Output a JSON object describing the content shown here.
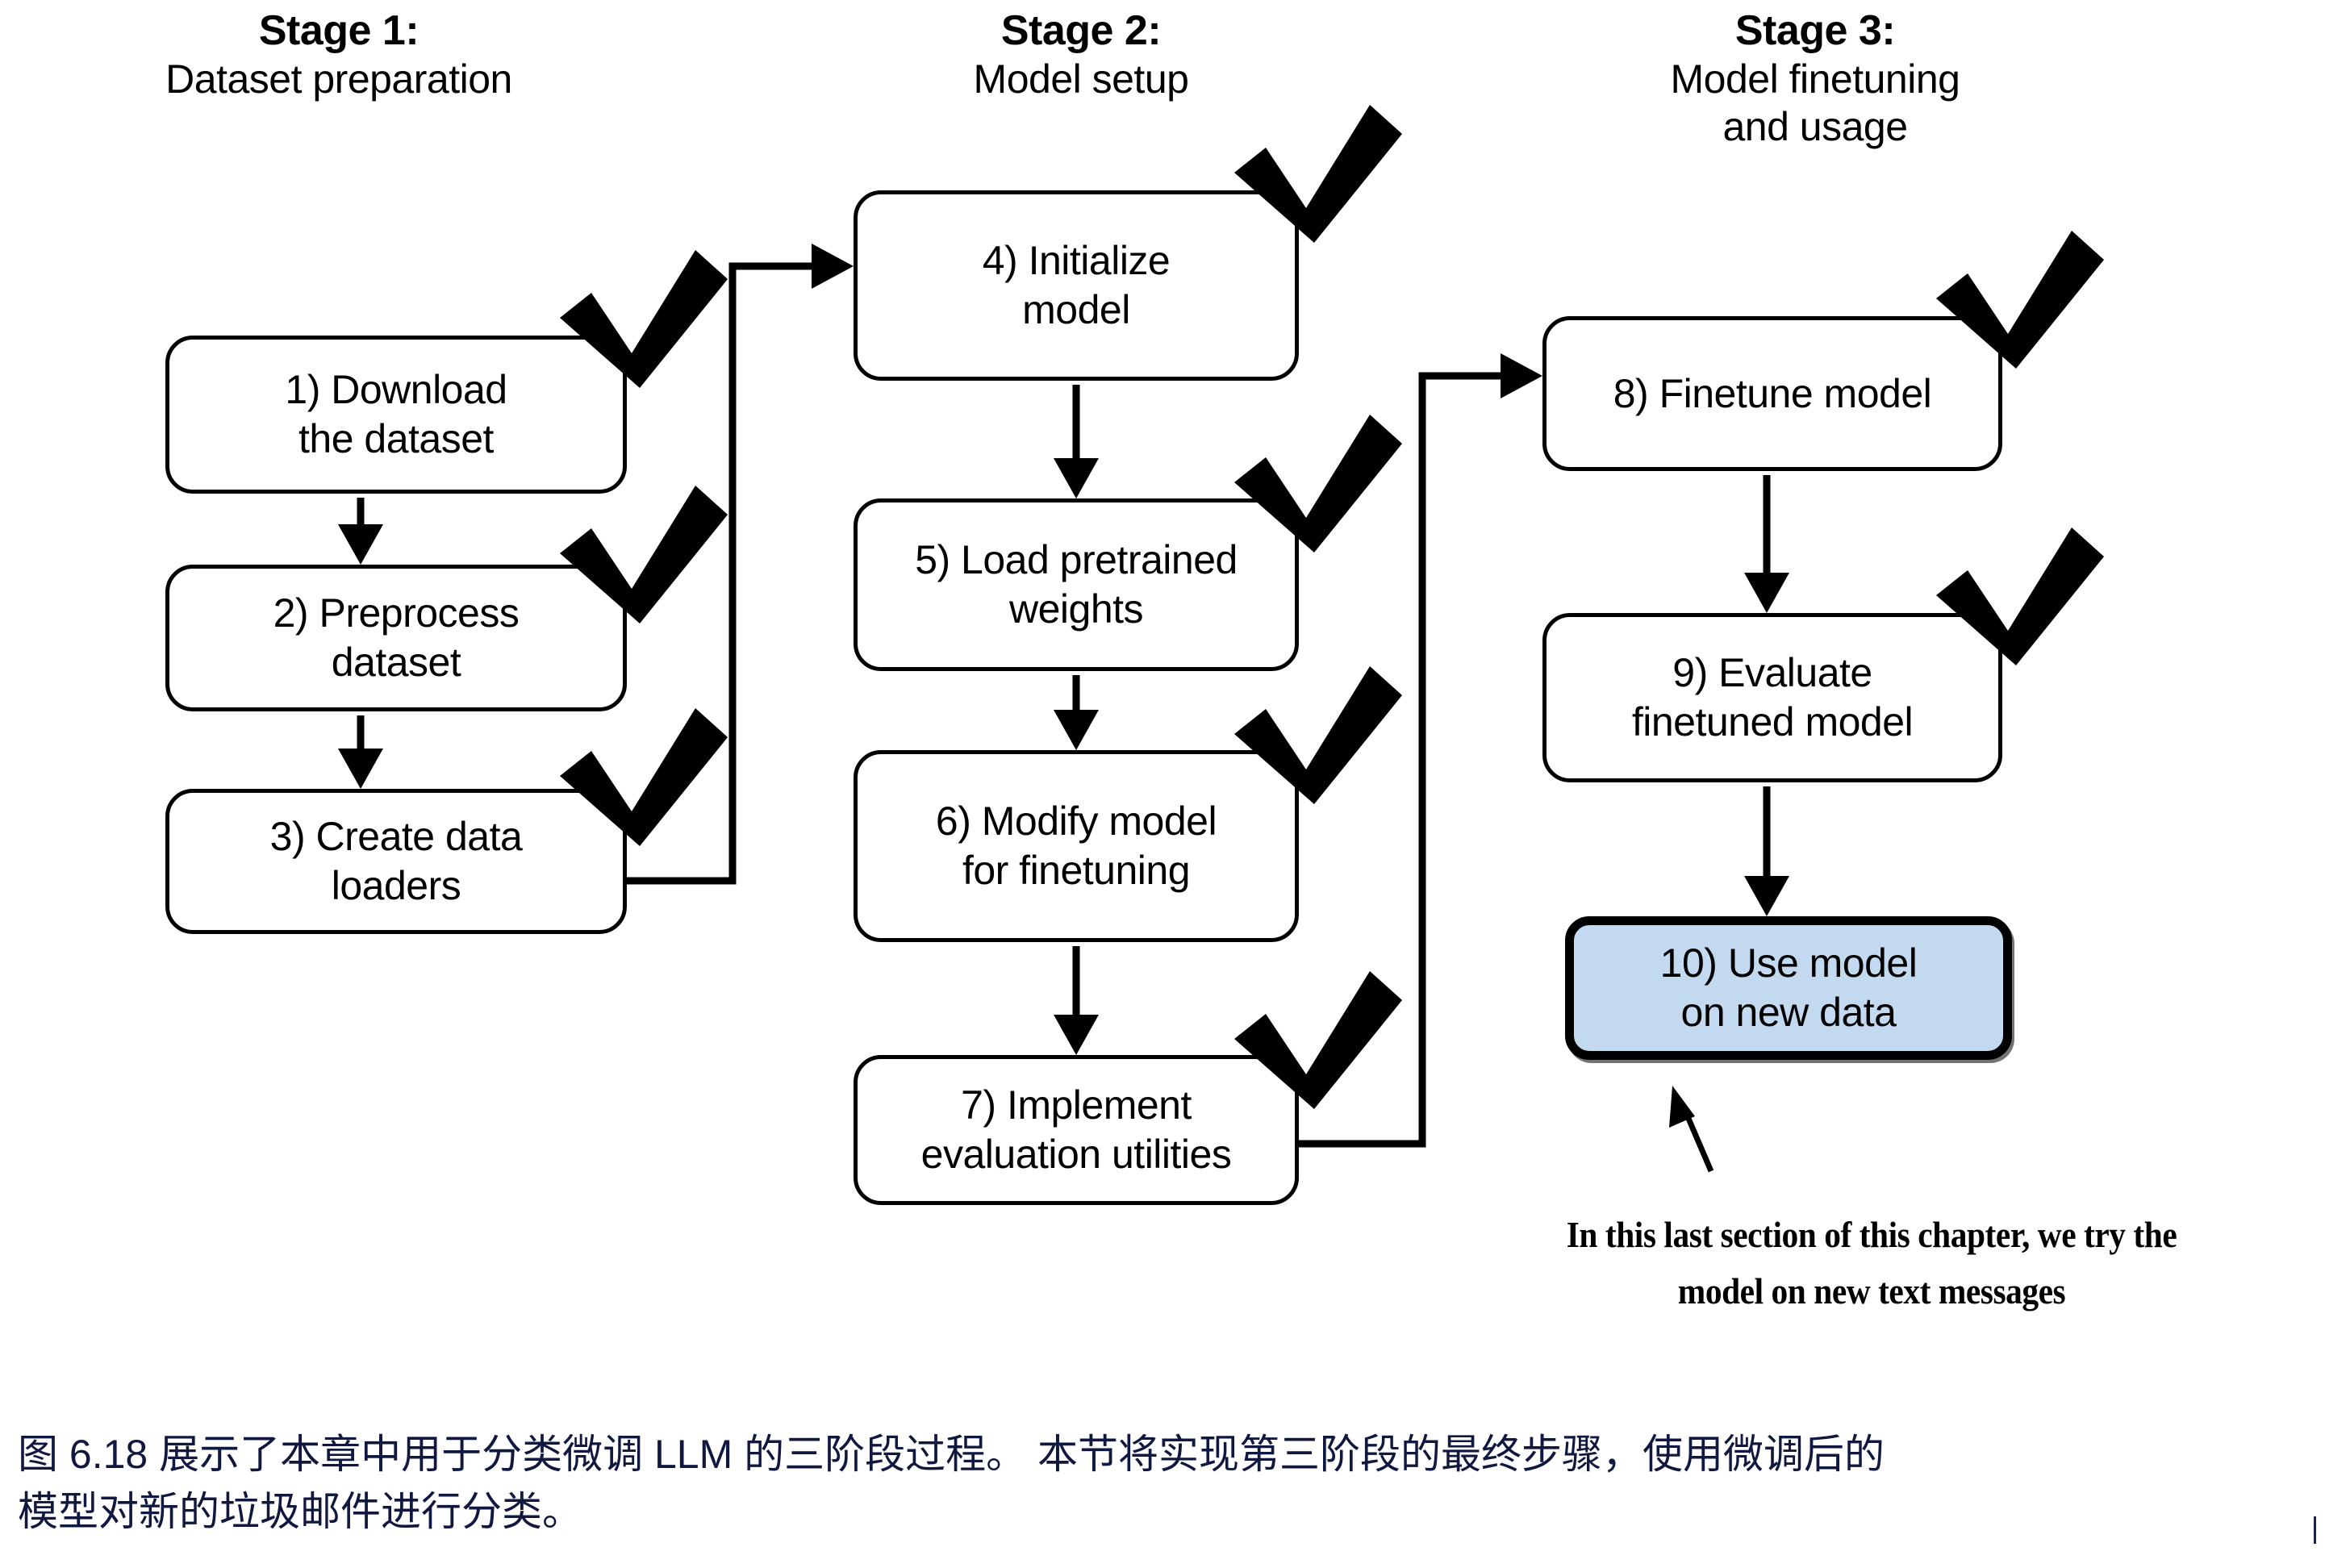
{
  "stages": [
    {
      "title": "Stage 1:",
      "subtitle": "Dataset preparation"
    },
    {
      "title": "Stage 2:",
      "subtitle": "Model setup"
    },
    {
      "title": "Stage 3:",
      "subtitle_line1": "Model finetuning",
      "subtitle_line2": "and usage"
    }
  ],
  "nodes": [
    {
      "id": 1,
      "line1": "1) Download",
      "line2": "the dataset",
      "checked": true,
      "highlighted": false
    },
    {
      "id": 2,
      "line1": "2) Preprocess",
      "line2": "dataset",
      "checked": true,
      "highlighted": false
    },
    {
      "id": 3,
      "line1": "3) Create data",
      "line2": "loaders",
      "checked": true,
      "highlighted": false
    },
    {
      "id": 4,
      "line1": "4) Initialize",
      "line2": "model",
      "checked": true,
      "highlighted": false
    },
    {
      "id": 5,
      "line1": "5) Load pretrained",
      "line2": "weights",
      "checked": true,
      "highlighted": false
    },
    {
      "id": 6,
      "line1": "6) Modify model",
      "line2": "for finetuning",
      "checked": true,
      "highlighted": false
    },
    {
      "id": 7,
      "line1": "7) Implement",
      "line2": "evaluation utilities",
      "checked": true,
      "highlighted": false
    },
    {
      "id": 8,
      "line1": "8) Finetune model",
      "line2": "",
      "checked": true,
      "highlighted": false
    },
    {
      "id": 9,
      "line1": "9) Evaluate",
      "line2": "finetuned model",
      "checked": true,
      "highlighted": false
    },
    {
      "id": 10,
      "line1": "10) Use model",
      "line2": "on new data",
      "checked": false,
      "highlighted": true
    }
  ],
  "annotation": {
    "line1": "In this last section of this chapter, we try the",
    "line2": "model on new text messages"
  },
  "caption": {
    "line1": "图 6.18 展示了本章中用于分类微调 LLM 的三阶段过程。 本节将实现第三阶段的最终步骤，使用微调后的",
    "line2": "模型对新的垃圾邮件进行分类。"
  },
  "colors": {
    "highlight_fill": "#c3d9ef",
    "stroke": "#000000",
    "caption_text": "#11183f"
  }
}
